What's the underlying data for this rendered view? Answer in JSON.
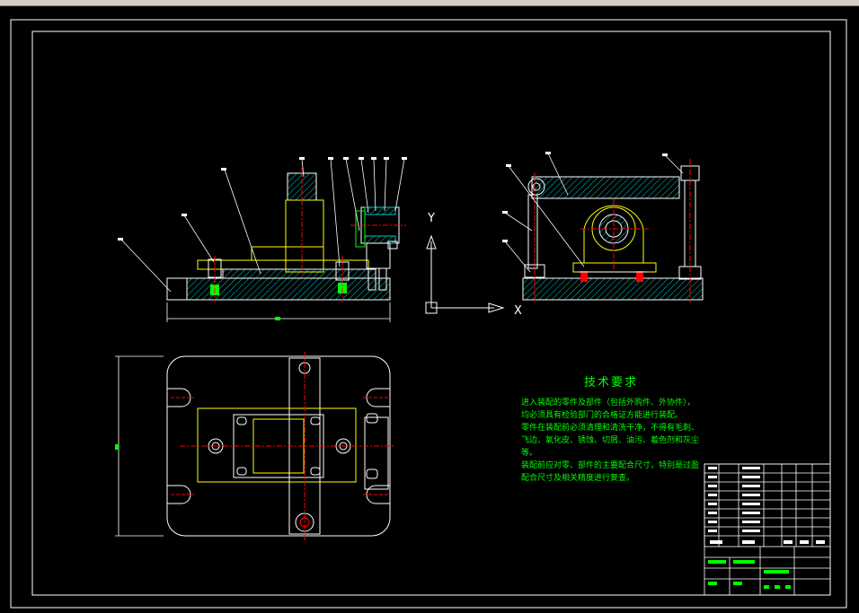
{
  "window": {
    "top_bar": ""
  },
  "axes_icon": {
    "x_label": "X",
    "y_label": "Y"
  },
  "technical_requirements": {
    "title": "技术要求",
    "lines": [
      "进入装配的零件及部件（包括外购件、外协件），均必须具有检验部门的合格证方能进行装配。",
      "零件在装配前必须清理和清洗干净，不得有毛刺、飞边、氧化皮、锈蚀、切屑、油污、着色剂和灰尘等。",
      "装配前应对零、部件的主要配合尺寸，特别是过盈配合尺寸及相关精度进行复查。"
    ]
  },
  "colors": {
    "background": "#000000",
    "outline": "#ffffff",
    "hatch": "#00c8c8",
    "part": "#ffff00",
    "center": "#ff0000",
    "dimension": "#00ff00"
  }
}
